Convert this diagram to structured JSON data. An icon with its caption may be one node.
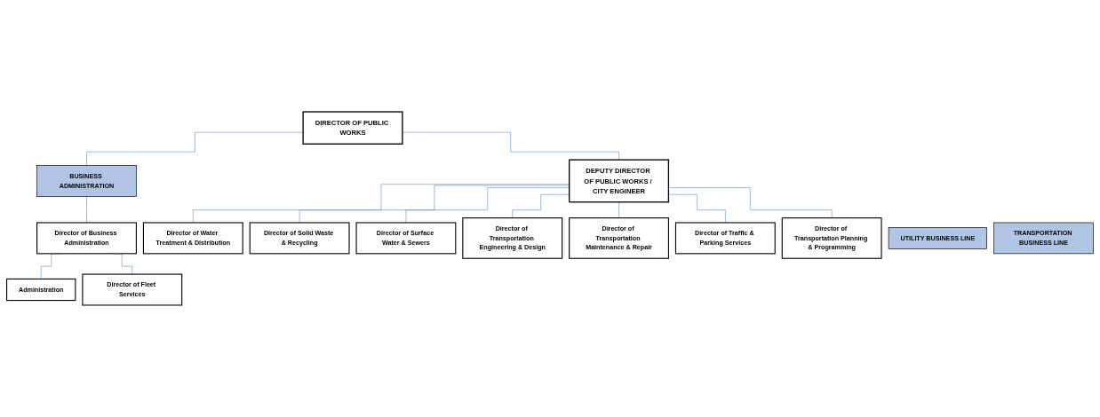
{
  "diagram": {
    "nodes": [
      {
        "text": [
          "DIRECTOR OF PUBLIC WORKS"
        ]
      },
      {
        "text": [
          "BUSINESS ADMINISTRATION"
        ]
      },
      {
        "text": [
          "DEPUTY DIRECTOR OF PUBLIC WORKS / CITY ENGINEER"
        ]
      },
      {
        "text": [
          "Director of Business Administration"
        ]
      },
      {
        "text": [
          "UTILITY BUSINESS LINE"
        ]
      },
      {
        "text": [
          "TRANSPORTATION BUSINESS LINE"
        ]
      },
      {
        "text": [
          "Administration"
        ]
      },
      {
        "text": [
          "Director of Fleet Services"
        ]
      },
      {
        "text": [
          "Director of Water Treatment & Distribution"
        ]
      },
      {
        "text": [
          "Director of Solid Waste & Recycling"
        ]
      },
      {
        "text": [
          "Director of Surface Water & Sewers"
        ]
      },
      {
        "text": [
          "Director of Transportation Engineering & Design"
        ]
      },
      {
        "text": [
          "Director of Transportation Maintenance & Repair"
        ]
      },
      {
        "text": [
          "Director of Traffic & Parking Services"
        ]
      },
      {
        "text": [
          "Director of Transportation Planning & Programming"
        ]
      }
    ],
    "edges": [
      {
        "from": 0,
        "to": 1,
        "arrow": "none"
      },
      {
        "from": 0,
        "to": 2,
        "arrow": "none"
      },
      {
        "from": 1,
        "to": 3,
        "arrow": "none"
      },
      {
        "from": 3,
        "to": 6,
        "arrow": "none"
      },
      {
        "from": 3,
        "to": 7,
        "arrow": "none"
      },
      {
        "from": 2,
        "to": 8,
        "arrow": "none"
      },
      {
        "from": 2,
        "to": 9,
        "arrow": "none"
      },
      {
        "from": 2,
        "to": 10,
        "arrow": "none"
      },
      {
        "from": 2,
        "to": 11,
        "arrow": "none"
      },
      {
        "from": 2,
        "to": 12,
        "arrow": "none"
      },
      {
        "from": 2,
        "to": 13,
        "arrow": "none"
      },
      {
        "from": 2,
        "to": 14,
        "arrow": "none"
      }
    ]
  }
}
